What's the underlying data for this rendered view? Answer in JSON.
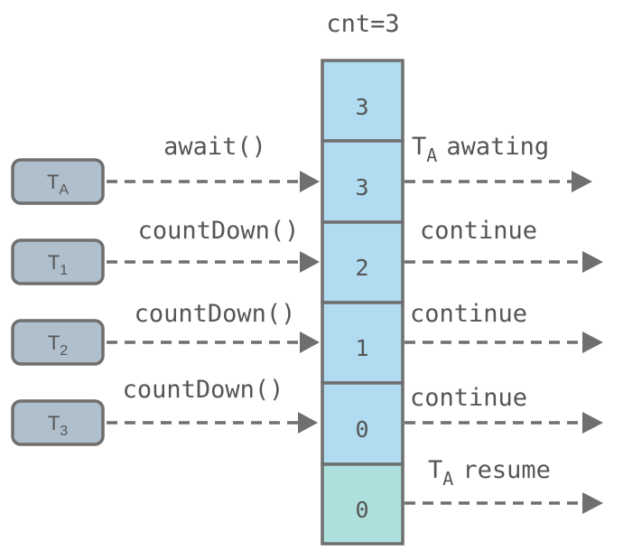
{
  "counter_label": "cnt=3",
  "cells": [
    {
      "value": "3",
      "fill": "#b0dbf0"
    },
    {
      "value": "3",
      "fill": "#b0dbf0"
    },
    {
      "value": "2",
      "fill": "#b0dbf0"
    },
    {
      "value": "1",
      "fill": "#b0dbf0"
    },
    {
      "value": "0",
      "fill": "#b0dbf0"
    },
    {
      "value": "0",
      "fill": "#ade0dd"
    }
  ],
  "threads": [
    {
      "main": "T",
      "sub": "A",
      "call": "await()",
      "result": "awating",
      "result_prefix": "T",
      "result_sub": "A"
    },
    {
      "main": "T",
      "sub": "1",
      "call": "countDown()",
      "result": "continue"
    },
    {
      "main": "T",
      "sub": "2",
      "call": "countDown()",
      "result": "continue"
    },
    {
      "main": "T",
      "sub": "3",
      "call": "countDown()",
      "result": "continue"
    }
  ],
  "resume": {
    "prefix": "T",
    "sub": "A",
    "text": "resume"
  },
  "colors": {
    "thread_fill": "#b0bfcc",
    "border": "#6f6f6f",
    "text": "#555555"
  }
}
